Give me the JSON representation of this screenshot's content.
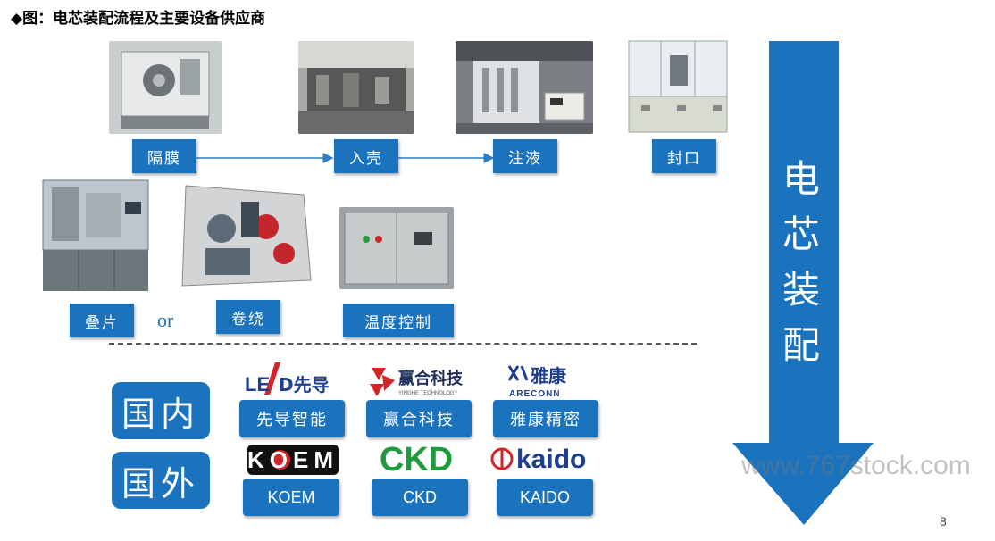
{
  "title": "◆图：电芯装配流程及主要设备供应商",
  "process": {
    "steps_top": [
      "隔膜",
      "入壳",
      "注液",
      "封口"
    ],
    "steps_bottom": [
      "叠片",
      "卷绕",
      "温度控制"
    ],
    "or_label": "or",
    "arrow_label": [
      "电",
      "芯",
      "装",
      "配"
    ]
  },
  "regions": [
    "国内",
    "国外"
  ],
  "suppliers": {
    "domestic": [
      "先导智能",
      "赢合科技",
      "雅康精密"
    ],
    "foreign": [
      "KOEM",
      "CKD",
      "KAIDO"
    ]
  },
  "logos": {
    "lead_a": "LE",
    "lead_b": "D先导",
    "yinghe": "赢合科技",
    "yinghe_sub": "YINGHE TECHNOLOGY",
    "yakang": "雅康",
    "yakang_sub": "ARECONN",
    "koem": "KOEM",
    "ckd": "CKD",
    "kaido": "kaido"
  },
  "watermark": "www.767stock.com",
  "page_number": "8",
  "colors": {
    "blue": "#1b73be",
    "logo_red": "#d4242a",
    "ckd_green": "#1f9a3e",
    "logo_navy": "#1e3f8f"
  }
}
